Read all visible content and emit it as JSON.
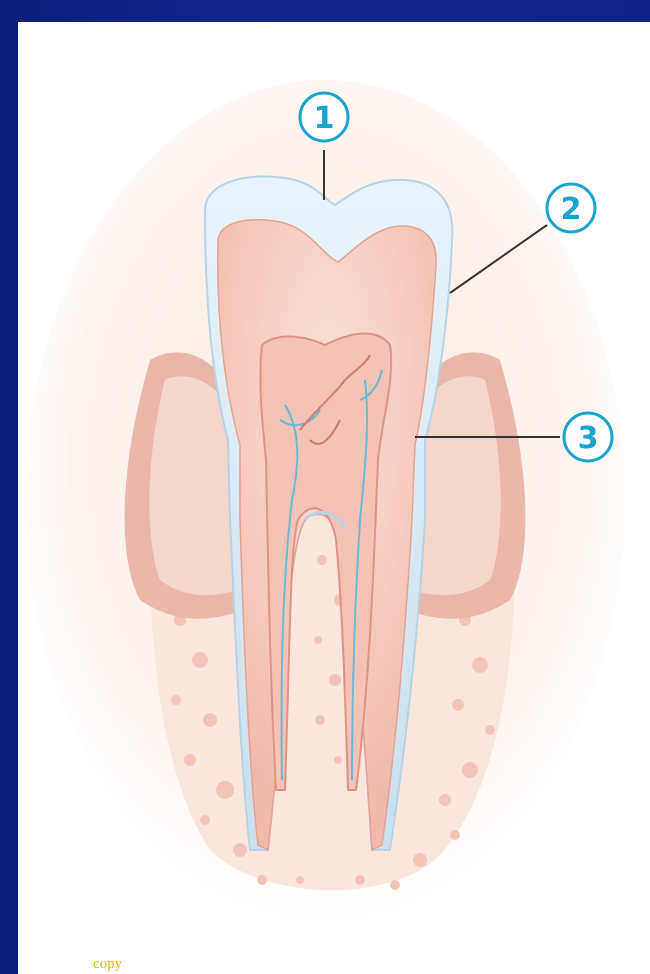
{
  "markers": [
    {
      "id": "1",
      "label": "1",
      "target": "enamel"
    },
    {
      "id": "2",
      "label": "2",
      "target": "crown-surface"
    },
    {
      "id": "3",
      "label": "3",
      "target": "cementum"
    }
  ],
  "footer": {
    "copy_text": "copy"
  },
  "colors": {
    "background": "#102389",
    "enamel": "#dcebf4",
    "dentin": "#f2c6b8",
    "pulp": "#eba99d",
    "gum": "#eab7a9",
    "bone": "#f7e1d8",
    "nerve": "#6db7d6",
    "marker": "#1aa3cf"
  }
}
